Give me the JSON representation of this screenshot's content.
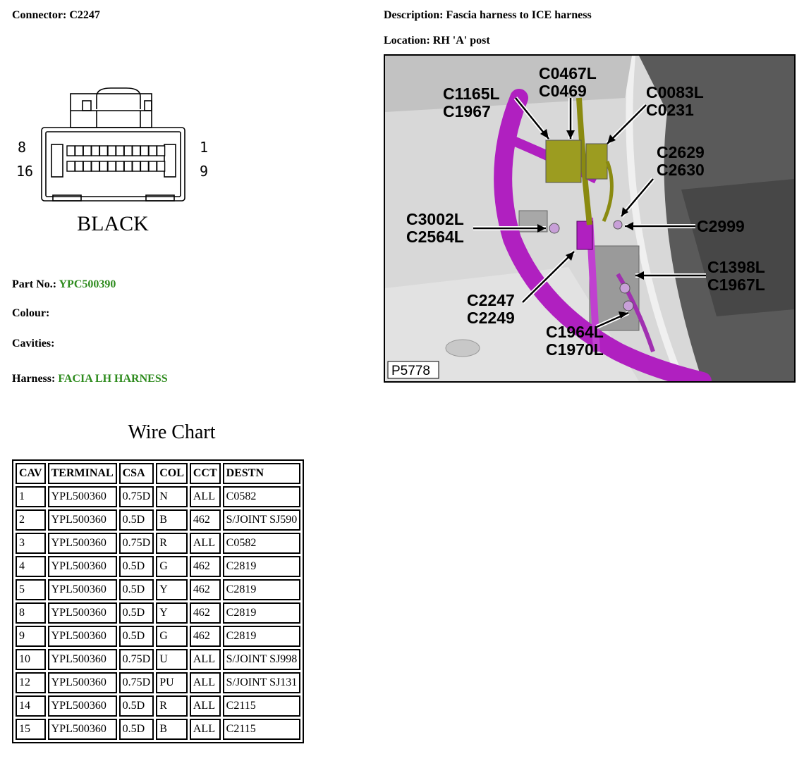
{
  "header": {
    "connector_label": "Connector:",
    "connector_value": "C2247",
    "description_label": "Description:",
    "description_value": "Fascia harness to ICE harness",
    "location_label": "Location:",
    "location_value": "RH 'A' post"
  },
  "connector_diagram": {
    "pin_top_left": "8",
    "pin_bottom_left": "16",
    "pin_top_right": "1",
    "pin_bottom_right": "9",
    "color_text": "BLACK"
  },
  "details": {
    "part_no_label": "Part No.:",
    "part_no_value": "YPC500390",
    "colour_label": "Colour:",
    "cavities_label": "Cavities:",
    "harness_label": "Harness:",
    "harness_value": "FACIA LH HARNESS"
  },
  "photo": {
    "ref": "P5778",
    "callouts": [
      "C0467L",
      "C0469",
      "C1165L",
      "C1967",
      "C0083L",
      "C0231",
      "C2629",
      "C2630",
      "C3002L",
      "C2564L",
      "C2999",
      "C1398L",
      "C1967L",
      "C2247",
      "C2249",
      "C1964L",
      "C1970L"
    ]
  },
  "wire_chart": {
    "title": "Wire Chart",
    "columns": [
      "CAV",
      "TERMINAL",
      "CSA",
      "COL",
      "CCT",
      "DESTN"
    ],
    "rows": [
      [
        "1",
        "YPL500360",
        "0.75D",
        "N",
        "ALL",
        "C0582"
      ],
      [
        "2",
        "YPL500360",
        "0.5D",
        "B",
        "462",
        "S/JOINT SJ590"
      ],
      [
        "3",
        "YPL500360",
        "0.75D",
        "R",
        "ALL",
        "C0582"
      ],
      [
        "4",
        "YPL500360",
        "0.5D",
        "G",
        "462",
        "C2819"
      ],
      [
        "5",
        "YPL500360",
        "0.5D",
        "Y",
        "462",
        "C2819"
      ],
      [
        "8",
        "YPL500360",
        "0.5D",
        "Y",
        "462",
        "C2819"
      ],
      [
        "9",
        "YPL500360",
        "0.5D",
        "G",
        "462",
        "C2819"
      ],
      [
        "10",
        "YPL500360",
        "0.75D",
        "U",
        "ALL",
        "S/JOINT SJ998"
      ],
      [
        "12",
        "YPL500360",
        "0.75D",
        "PU",
        "ALL",
        "S/JOINT SJ131"
      ],
      [
        "14",
        "YPL500360",
        "0.5D",
        "R",
        "ALL",
        "C2115"
      ],
      [
        "15",
        "YPL500360",
        "0.5D",
        "B",
        "ALL",
        "C2115"
      ]
    ]
  },
  "colors": {
    "accent_green": "#2e8b1e",
    "harness_magenta": "#b020c0",
    "harness_olive": "#8a8a10"
  }
}
